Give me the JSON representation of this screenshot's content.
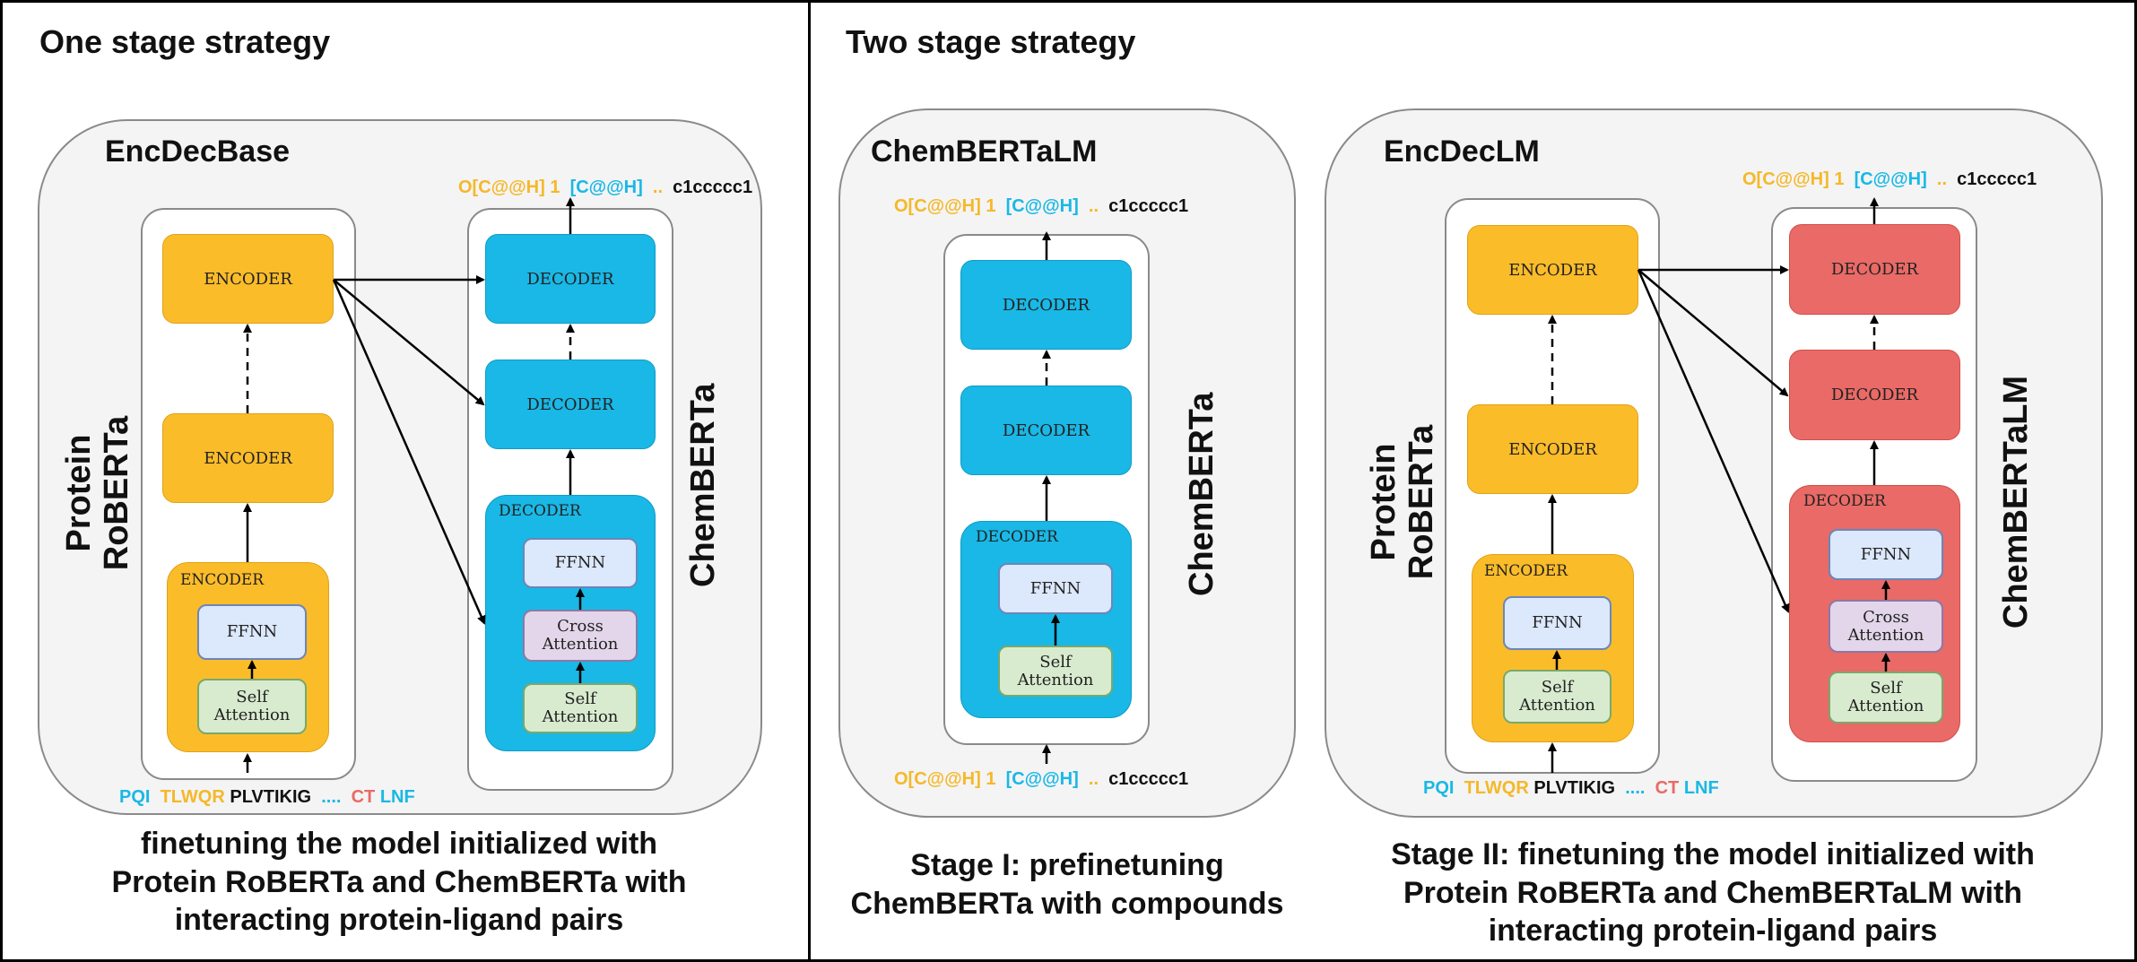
{
  "panels": {
    "left_title": "One stage strategy",
    "right_title": "Two stage strategy"
  },
  "models": {
    "encdecbase": "EncDecBase",
    "chembertalm": "ChemBERTaLM",
    "encdeclm": "EncDecLM"
  },
  "side_labels": {
    "protein_line1": "Protein",
    "protein_line2": "RoBERTa",
    "chemberta": "ChemBERTa",
    "chembertalm": "ChemBERTaLM"
  },
  "blocks": {
    "encoder": "ENCODER",
    "decoder": "DECODER",
    "ffnn": "FFNN",
    "cross_line1": "Cross",
    "cross_line2": "Attention",
    "self_attention": "Self Attention"
  },
  "sequences": {
    "smiles": {
      "a": "O[C@@H] 1",
      "b": "[C@@H]",
      "dots": "..",
      "c": "c1ccccc1"
    },
    "protein": {
      "a": "PQI",
      "b": "TLWQR",
      "c": "PLVTIKIG",
      "dots": "....",
      "d": "CT",
      "e": "LNF"
    }
  },
  "captions": {
    "left": [
      "finetuning the model initialized with",
      "Protein RoBERTa and ChemBERTa with",
      "interacting protein-ligand pairs"
    ],
    "middle": [
      "Stage I: prefinetuning",
      "ChemBERTa with compounds"
    ],
    "right": [
      "Stage II: finetuning the model initialized with",
      "Protein RoBERTa and ChemBERTaLM with",
      "interacting protein-ligand pairs"
    ]
  },
  "colors": {
    "encoder": "#fbbc2a",
    "decoder_blue": "#19b8e6",
    "decoder_red": "#e96a66",
    "ffnn": "#dce8fb",
    "cross_attention": "#e3d6ea",
    "self_attention": "#d8ebcf"
  }
}
